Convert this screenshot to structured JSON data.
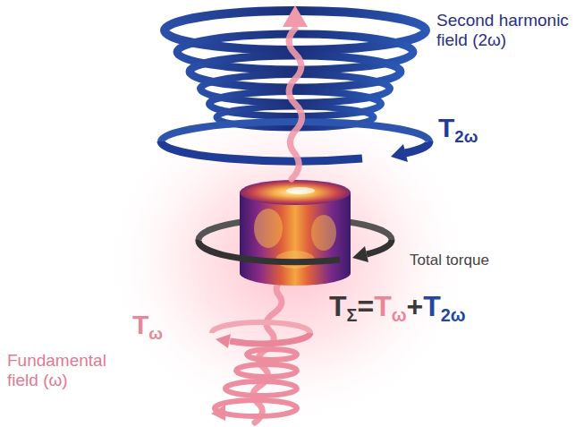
{
  "diagram": {
    "labels": [
      "Second harmonic field (2ω)",
      "T2ω",
      "Total torque",
      "TΣ=Tω+T2ω",
      "Tω",
      "Fundamental field (ω)"
    ]
  }
}
